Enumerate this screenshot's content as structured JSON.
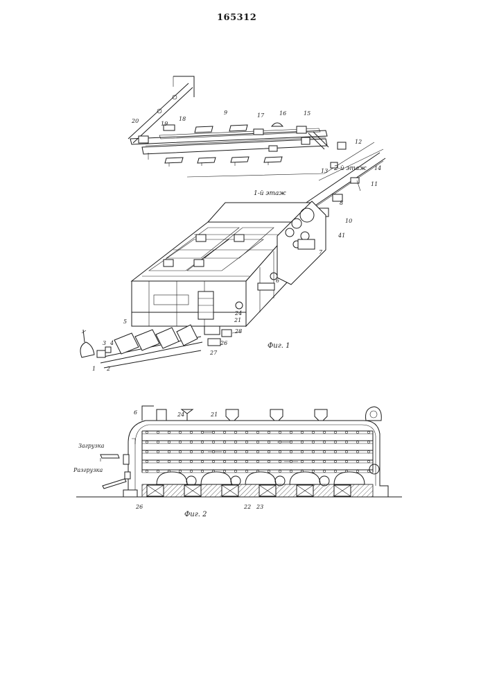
{
  "header": {
    "patent_number": "165312"
  },
  "figure1": {
    "caption": "Фиг. 1",
    "floor_top": "2-й этаж",
    "floor_bottom": "1-й этаж",
    "labels": [
      {
        "id": "20",
        "text": "20"
      },
      {
        "id": "19",
        "text": "19"
      },
      {
        "id": "18",
        "text": "18"
      },
      {
        "id": "9",
        "text": "9"
      },
      {
        "id": "17",
        "text": "17"
      },
      {
        "id": "16",
        "text": "16"
      },
      {
        "id": "15",
        "text": "15"
      },
      {
        "id": "12",
        "text": "12"
      },
      {
        "id": "13",
        "text": "13"
      },
      {
        "id": "14",
        "text": "14"
      },
      {
        "id": "11",
        "text": "11"
      },
      {
        "id": "8",
        "text": "8"
      },
      {
        "id": "10",
        "text": "10"
      },
      {
        "id": "41",
        "text": "41"
      },
      {
        "id": "7",
        "text": "7"
      },
      {
        "id": "6",
        "text": "6"
      },
      {
        "id": "24",
        "text": "24"
      },
      {
        "id": "21",
        "text": "21"
      },
      {
        "id": "28",
        "text": "28"
      },
      {
        "id": "26",
        "text": "26"
      },
      {
        "id": "27",
        "text": "27"
      },
      {
        "id": "5",
        "text": "5"
      },
      {
        "id": "3",
        "text": "3"
      },
      {
        "id": "4",
        "text": "4"
      },
      {
        "id": "1",
        "text": "1"
      },
      {
        "id": "2",
        "text": "2"
      }
    ]
  },
  "figure2": {
    "caption": "Фиг. 2",
    "load_label": "Загрузка",
    "unload_label": "Разгрузка",
    "labels": [
      {
        "id": "6",
        "text": "6"
      },
      {
        "id": "24",
        "text": "24"
      },
      {
        "id": "21",
        "text": "21"
      },
      {
        "id": "26",
        "text": "26"
      },
      {
        "id": "22",
        "text": "22"
      },
      {
        "id": "23",
        "text": "23"
      }
    ]
  }
}
